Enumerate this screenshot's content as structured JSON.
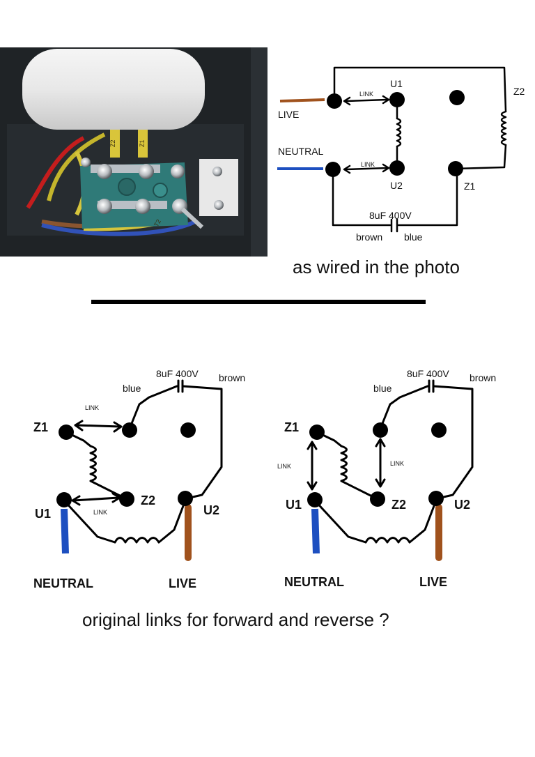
{
  "colors": {
    "wire": "#000000",
    "live_wire": "#a0521d",
    "neutral_wire": "#1d4fc0",
    "divider": "#000000"
  },
  "top_diagram": {
    "labels": {
      "live": "LIVE",
      "neutral": "NEUTRAL",
      "u1": "U1",
      "u2": "U2",
      "z1": "Z1",
      "z2": "Z2",
      "link_a": "LINK",
      "link_b": "LINK",
      "capacitor": "8uF  400V",
      "brown": "brown",
      "blue": "blue"
    },
    "caption": "as wired in the photo"
  },
  "bottom_left": {
    "labels": {
      "cap": "8uF  400V",
      "blue": "blue",
      "brown": "brown",
      "link_top": "LINK",
      "link_bottom": "LINK",
      "z1": "Z1",
      "z2": "Z2",
      "u1": "U1",
      "u2": "U2",
      "neutral": "NEUTRAL",
      "live": "LIVE"
    }
  },
  "bottom_right": {
    "labels": {
      "cap": "8uF  400V",
      "blue": "blue",
      "brown": "brown",
      "link_left": "LINK",
      "link_right": "LINK",
      "z1": "Z1",
      "z2": "Z2",
      "u1": "U1",
      "u2": "U2",
      "neutral": "NEUTRAL",
      "live": "LIVE"
    }
  },
  "caption_bottom": "original links for forward and reverse ?",
  "photo": {
    "terminal_marks": [
      "Z2",
      "Z1",
      "T2"
    ]
  }
}
